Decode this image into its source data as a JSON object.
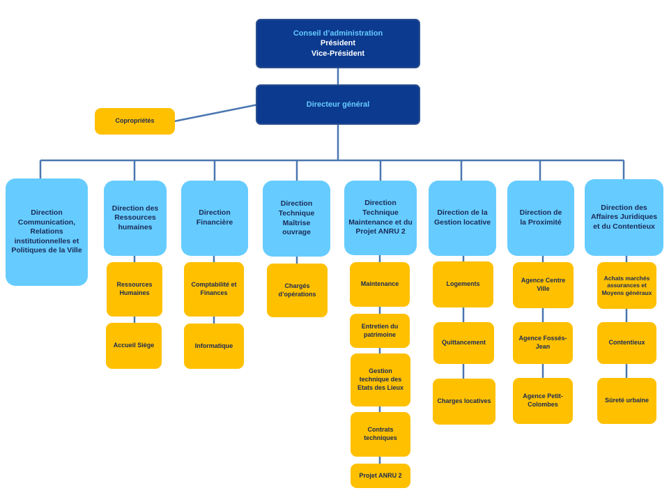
{
  "board": {
    "line1": "Conseil d’administration",
    "line2": "Président",
    "line3": "Vice-Président"
  },
  "ceo": {
    "label": "Directeur général"
  },
  "side": {
    "label": "Copropriétés"
  },
  "directions": [
    {
      "label": "Direction Communication, Relations institutionnelles et Politiques de la Ville",
      "subs": []
    },
    {
      "label": "Direction des Ressources humaines",
      "subs": [
        "Ressources Humaines",
        "Accueil Siège"
      ]
    },
    {
      "label": "Direction Financière",
      "subs": [
        "Comptabilité et Finances",
        "Informatique"
      ]
    },
    {
      "label": "Direction Technique Maîtrise ouvrage",
      "subs": [
        "Chargés d’opérations"
      ]
    },
    {
      "label": "Direction Technique Maintenance et du Projet ANRU 2",
      "subs": [
        "Maintenance",
        "Entretien du patrimoine",
        "Gestion technique des Etats des Lieux",
        "Contrats techniques",
        "Projet ANRU 2"
      ]
    },
    {
      "label": "Direction de la Gestion locative",
      "subs": [
        "Logements",
        "Quittancement",
        "Charges locatives"
      ]
    },
    {
      "label": "Direction de la Proximité",
      "subs": [
        "Agence Centre Ville",
        "Agence Fossés-Jean",
        "Agence Petit-Colombes"
      ]
    },
    {
      "label": "Direction des Affaires Juridiques et du Contentieux",
      "subs": [
        "Achats marchés assurances et Moyens généraux",
        "Contentieux",
        "Sûreté urbaine"
      ]
    }
  ],
  "colors": {
    "navy": "#0b3a8f",
    "light_blue": "#66ccff",
    "orange": "#ffc000",
    "connector": "#4a76b0"
  }
}
